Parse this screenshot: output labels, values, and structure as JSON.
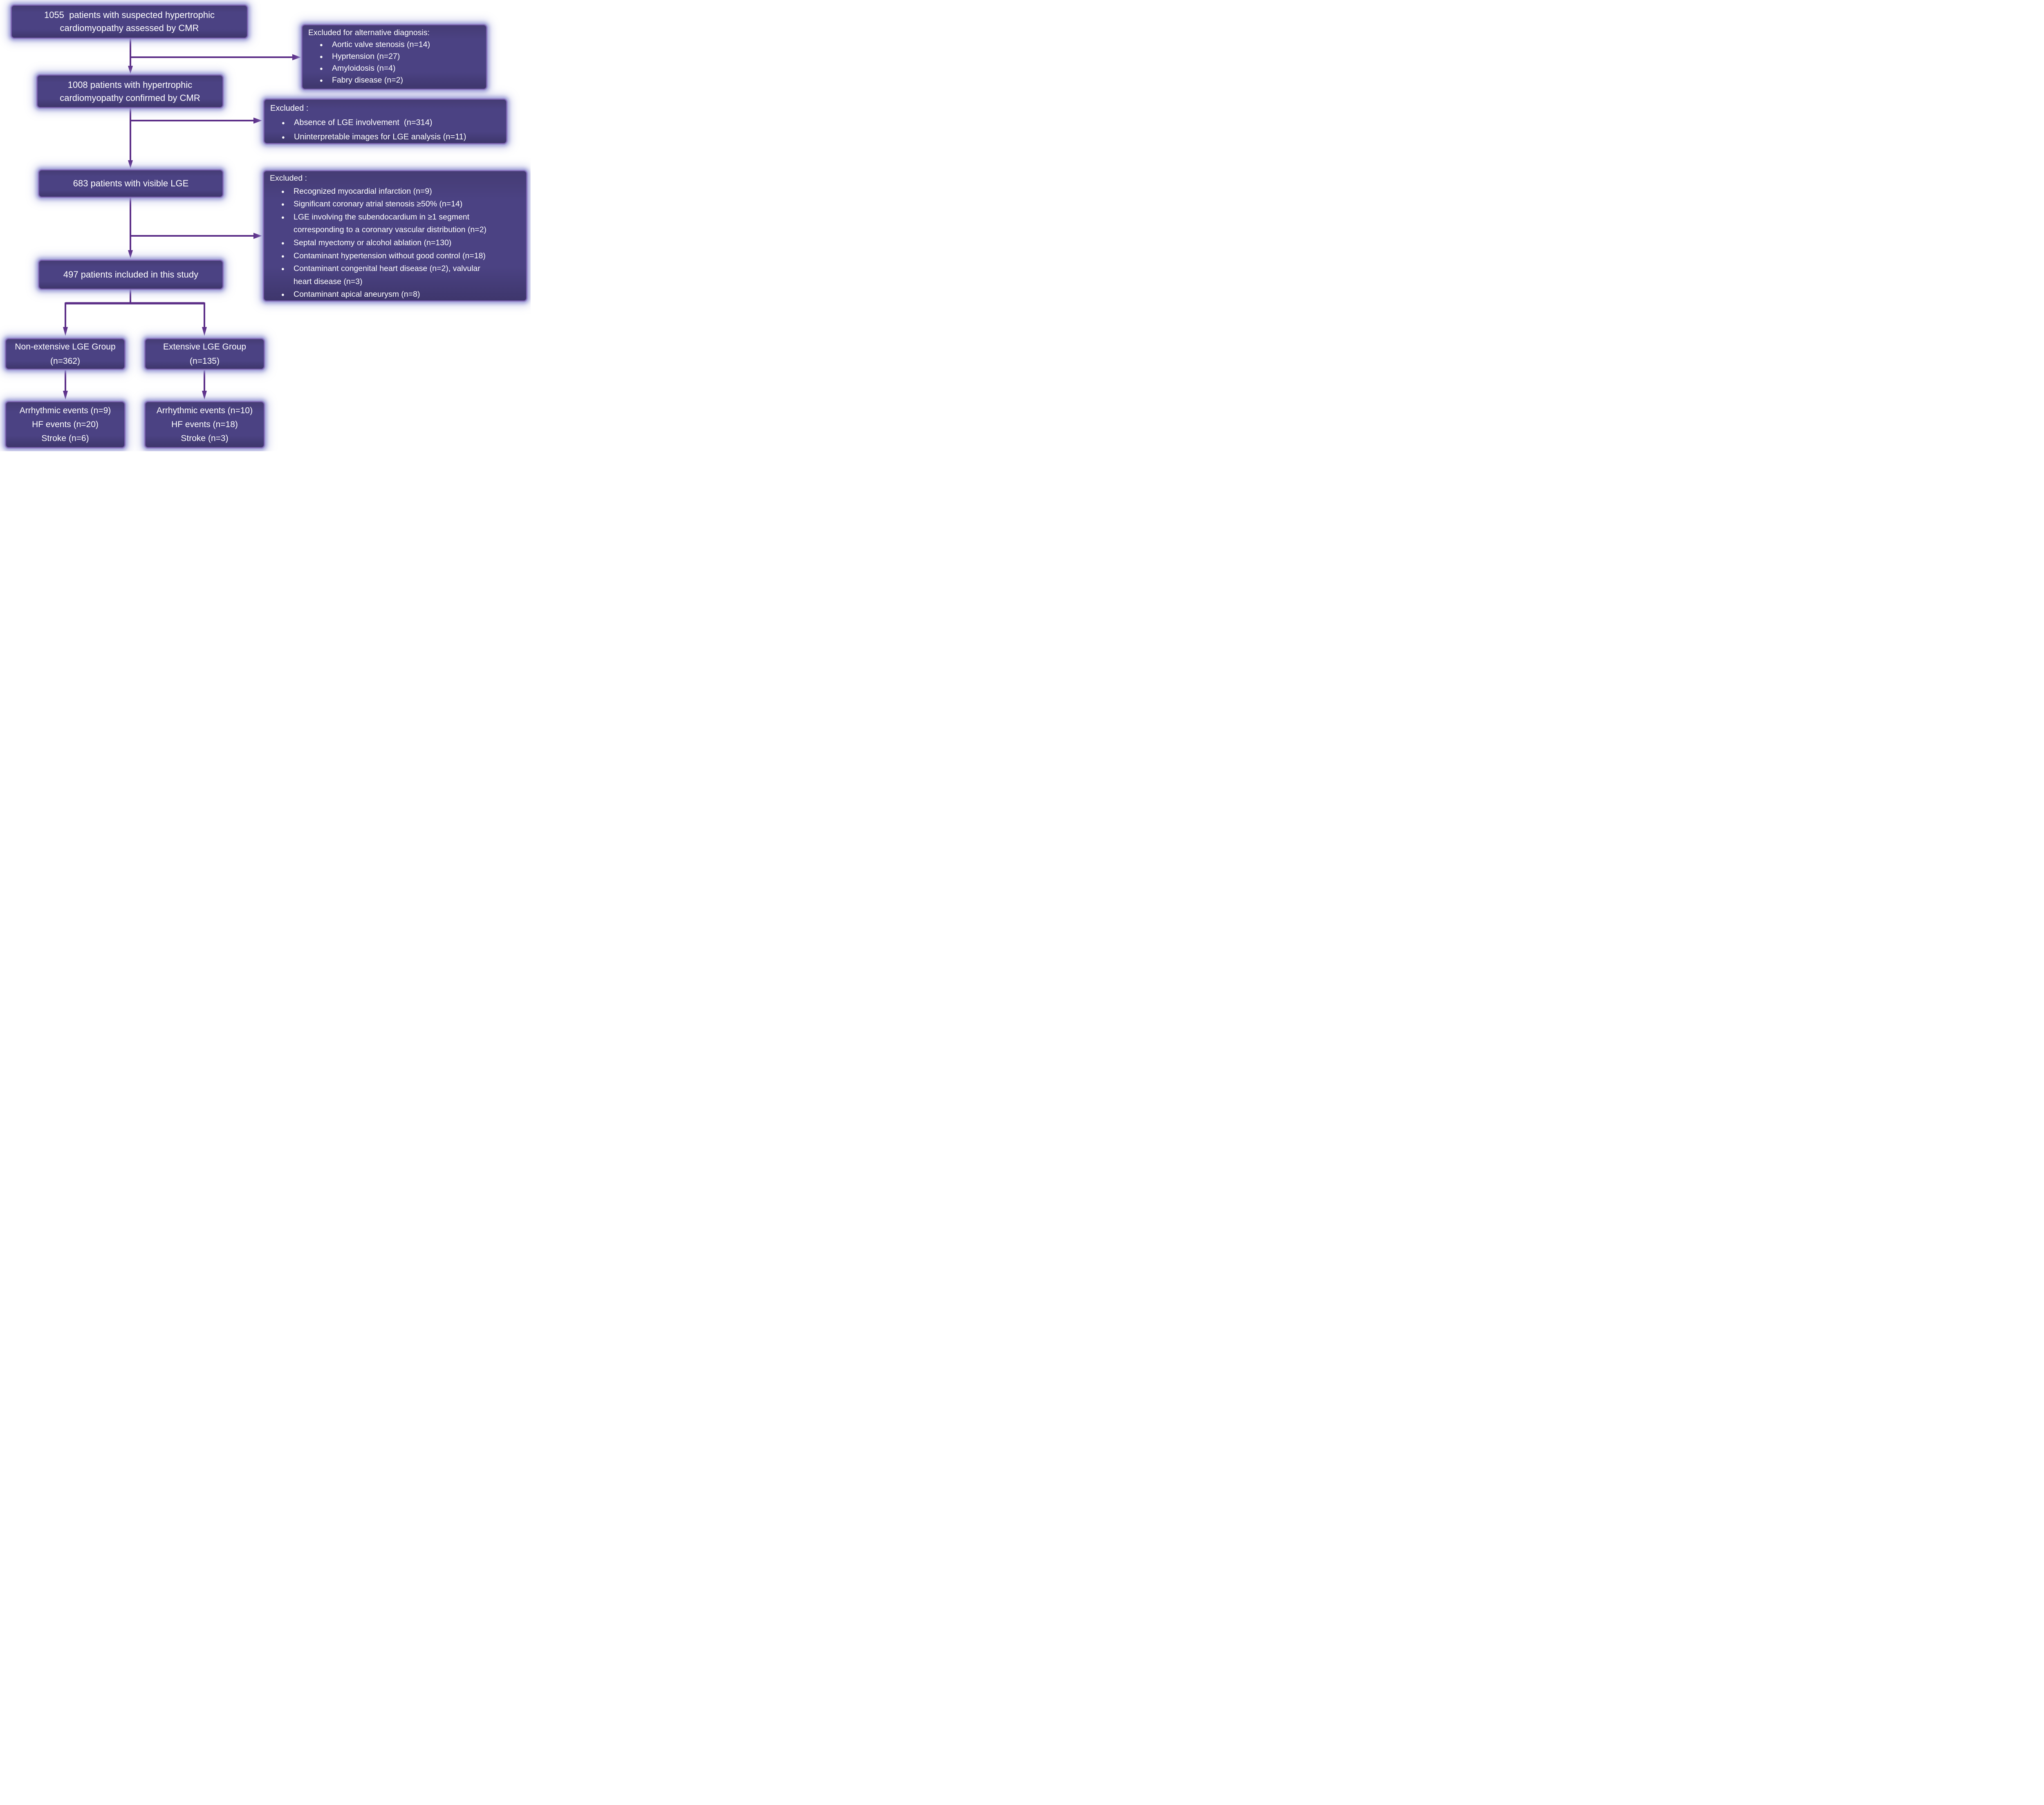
{
  "palette": {
    "background": "#ffffff",
    "box_fill": "#4b4283",
    "box_border": "#7a60ae",
    "box_glow": "#9a9bd6",
    "arrow": "#5b2d87",
    "text": "#ffffff"
  },
  "glyphs": {
    "bullet": "●"
  },
  "nodes": {
    "suspected": {
      "lines": [
        "1055  patients with suspected hypertrophic",
        "cardiomyopathy assessed by CMR"
      ]
    },
    "confirmed": {
      "lines": [
        "1008 patients with hypertrophic",
        "cardiomyopathy confirmed by CMR"
      ]
    },
    "visible_lge": {
      "lines": [
        "683 patients with visible LGE"
      ]
    },
    "included": {
      "lines": [
        "497 patients included in this study"
      ]
    },
    "group_non_extensive": {
      "lines": [
        "Non-extensive LGE Group",
        "(n=362)"
      ]
    },
    "group_extensive": {
      "lines": [
        "Extensive LGE Group",
        "(n=135)"
      ]
    },
    "outcomes_non_extensive": {
      "lines": [
        "Arrhythmic events (n=9)",
        "HF events (n=20)",
        "Stroke (n=6)"
      ]
    },
    "outcomes_extensive": {
      "lines": [
        "Arrhythmic events (n=10)",
        "HF events (n=18)",
        "Stroke (n=3)"
      ]
    }
  },
  "exclusions": {
    "alternative_diagnosis": {
      "header": "Excluded for alternative diagnosis:",
      "items": [
        "Aortic valve stenosis (n=14)",
        "Hyprtension (n=27)",
        "Amyloidosis (n=4)",
        "Fabry disease (n=2)"
      ]
    },
    "lge_assessment": {
      "header": "Excluded :",
      "items": [
        "Absence of LGE involvement  (n=314)",
        "Uninterpretable images for LGE analysis (n=11)"
      ]
    },
    "study_criteria": {
      "header": "Excluded :",
      "items": [
        {
          "lines": [
            "Recognized myocardial infarction (n=9)"
          ]
        },
        {
          "lines": [
            "Significant coronary atrial stenosis ≥50% (n=14)"
          ]
        },
        {
          "lines": [
            "LGE involving the subendocardium in ≥1 segment",
            "corresponding to a coronary vascular distribution (n=2)"
          ]
        },
        {
          "lines": [
            "Septal myectomy or alcohol ablation (n=130)"
          ]
        },
        {
          "lines": [
            "Contaminant hypertension without good control (n=18)"
          ]
        },
        {
          "lines": [
            "Contaminant congenital heart disease (n=2), valvular",
            "heart disease (n=3)"
          ]
        },
        {
          "lines": [
            "Contaminant apical aneurysm (n=8)"
          ]
        }
      ]
    }
  }
}
